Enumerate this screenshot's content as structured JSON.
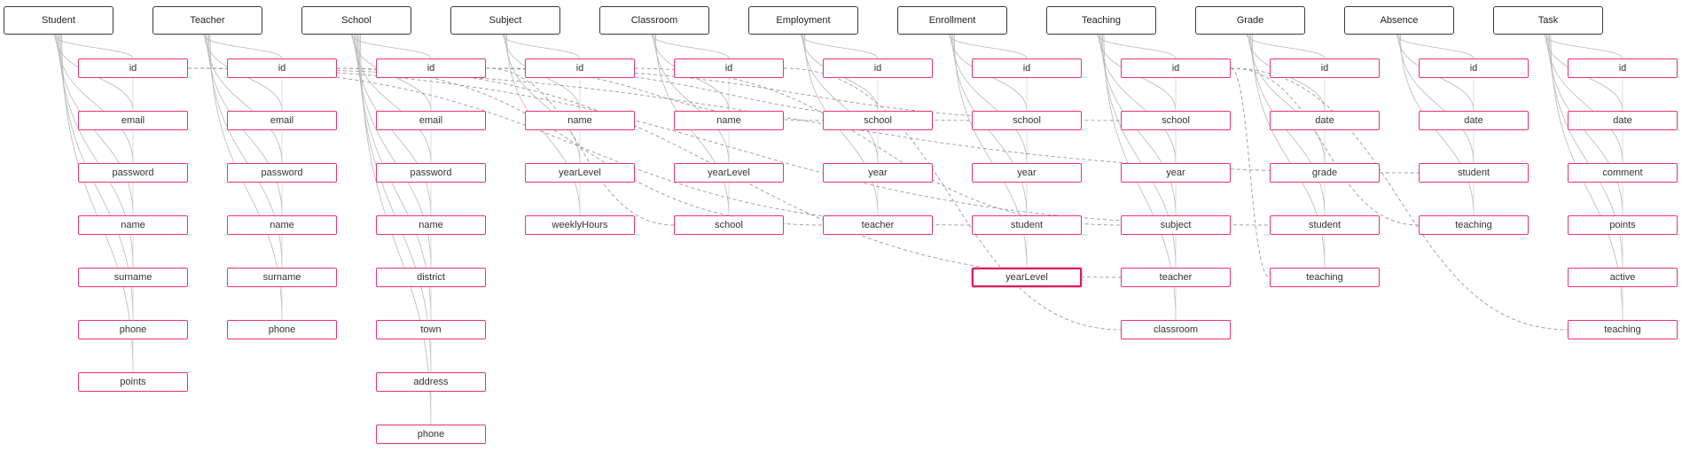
{
  "diagram": {
    "entities": [
      {
        "name": "Student",
        "fields": [
          "id",
          "email",
          "password",
          "name",
          "surname",
          "phone",
          "points"
        ]
      },
      {
        "name": "Teacher",
        "fields": [
          "id",
          "email",
          "password",
          "name",
          "surname",
          "phone"
        ]
      },
      {
        "name": "School",
        "fields": [
          "id",
          "email",
          "password",
          "name",
          "district",
          "town",
          "address",
          "phone"
        ]
      },
      {
        "name": "Subject",
        "fields": [
          "id",
          "name",
          "yearLevel",
          "weeklyHours"
        ]
      },
      {
        "name": "Classroom",
        "fields": [
          "id",
          "name",
          "yearLevel",
          "school"
        ]
      },
      {
        "name": "Employment",
        "fields": [
          "id",
          "school",
          "year",
          "teacher"
        ]
      },
      {
        "name": "Enrollment",
        "fields": [
          "id",
          "school",
          "year",
          "student",
          "yearLevel"
        ]
      },
      {
        "name": "Teaching",
        "fields": [
          "id",
          "school",
          "year",
          "subject",
          "teacher",
          "classroom"
        ]
      },
      {
        "name": "Grade",
        "fields": [
          "id",
          "date",
          "grade",
          "student",
          "teaching"
        ]
      },
      {
        "name": "Absence",
        "fields": [
          "id",
          "date",
          "student",
          "teaching"
        ]
      },
      {
        "name": "Task",
        "fields": [
          "id",
          "date",
          "comment",
          "points",
          "active",
          "teaching"
        ]
      }
    ],
    "selected_field": {
      "entity": "Enrollment",
      "field": "yearLevel"
    },
    "colors": {
      "entity_border": "#3a3a3a",
      "field_border": "#e8327c",
      "edge": "#b8b8b8",
      "relation_edge": "#9a9a9a"
    },
    "relations": [
      {
        "from": [
          "Classroom",
          "school"
        ],
        "to": [
          "School",
          "id"
        ]
      },
      {
        "from": [
          "Employment",
          "school"
        ],
        "to": [
          "School",
          "id"
        ]
      },
      {
        "from": [
          "Employment",
          "teacher"
        ],
        "to": [
          "Teacher",
          "id"
        ]
      },
      {
        "from": [
          "Enrollment",
          "school"
        ],
        "to": [
          "School",
          "id"
        ]
      },
      {
        "from": [
          "Enrollment",
          "student"
        ],
        "to": [
          "Student",
          "id"
        ]
      },
      {
        "from": [
          "Teaching",
          "school"
        ],
        "to": [
          "School",
          "id"
        ]
      },
      {
        "from": [
          "Teaching",
          "subject"
        ],
        "to": [
          "Subject",
          "id"
        ]
      },
      {
        "from": [
          "Teaching",
          "teacher"
        ],
        "to": [
          "Teacher",
          "id"
        ]
      },
      {
        "from": [
          "Teaching",
          "classroom"
        ],
        "to": [
          "Classroom",
          "id"
        ]
      },
      {
        "from": [
          "Grade",
          "student"
        ],
        "to": [
          "Student",
          "id"
        ]
      },
      {
        "from": [
          "Grade",
          "teaching"
        ],
        "to": [
          "Teaching",
          "id"
        ]
      },
      {
        "from": [
          "Absence",
          "student"
        ],
        "to": [
          "Student",
          "id"
        ]
      },
      {
        "from": [
          "Absence",
          "teaching"
        ],
        "to": [
          "Teaching",
          "id"
        ]
      },
      {
        "from": [
          "Task",
          "teaching"
        ],
        "to": [
          "Teaching",
          "id"
        ]
      }
    ]
  }
}
